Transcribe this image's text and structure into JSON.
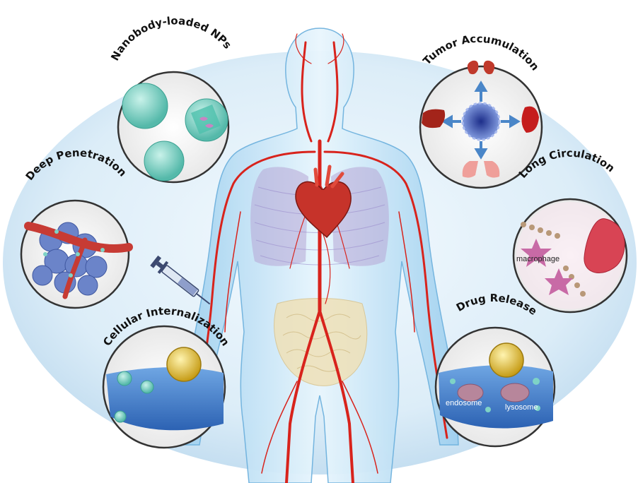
{
  "panels": {
    "nanobody": {
      "title": "Nanobody-loaded NPs"
    },
    "tumor": {
      "title": "Tumor Accumulation"
    },
    "deep": {
      "title": "Deep Penetration"
    },
    "long": {
      "title": "Long Circulation",
      "label": "macrophage"
    },
    "cellular": {
      "title": "Cellular Internalization"
    },
    "drug": {
      "title": "Drug Release",
      "label_endosome": "endosome",
      "label_lysosome": "lysosome"
    }
  },
  "colors": {
    "background_ellipse": "#cfe6f4",
    "body": "#bfe1f5",
    "vessel": "#d8231c",
    "lung": "#b7a6d6",
    "intestine": "#efe1b8",
    "nanoparticle": "#7ed3c6",
    "cell_blue": "#3e7fcf",
    "nucleus": "#e8c53b"
  },
  "icons": [
    "syringe-icon",
    "heart-icon",
    "kidney-icon",
    "liver-icon",
    "lung-icon",
    "tumor-cell-icon",
    "spleen-icon",
    "macrophage-icon"
  ]
}
